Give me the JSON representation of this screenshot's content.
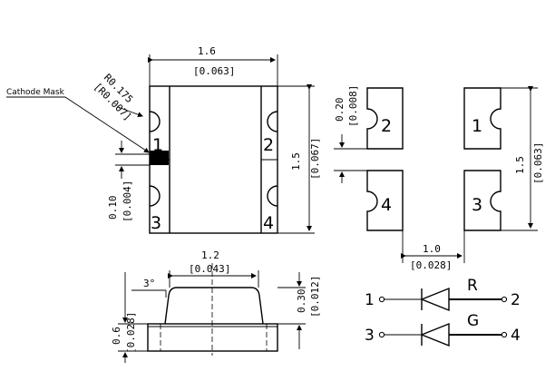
{
  "top_view": {
    "cathode_mask_label": "Cathode Mask",
    "width_dim": {
      "mm": "1.6",
      "inch": "[0.063]"
    },
    "radius_dim": {
      "mm": "R0.175",
      "inch": "[R0.007]"
    },
    "height_dim": {
      "mm": "1.5",
      "inch": "[0.067]"
    },
    "pad_gap_dim": {
      "mm": "0.10",
      "inch": "[0.004]"
    },
    "pins": [
      "1",
      "2",
      "3",
      "4"
    ]
  },
  "pad_view": {
    "pad_height_dim": {
      "mm": "0.20",
      "inch": "[0.008]"
    },
    "height_dim": {
      "mm": "1.5",
      "inch": "[0.063]"
    },
    "spacing_dim": {
      "mm": "1.0",
      "inch": "[0.028]"
    },
    "pins": [
      "2",
      "1",
      "4",
      "3"
    ]
  },
  "side_view": {
    "angle_label": "3°",
    "dome_width_dim": {
      "mm": "1.2",
      "inch": "[0.043]"
    },
    "dome_height_dim": {
      "mm": "0.30",
      "inch": "[0.012]"
    },
    "total_height_dim": {
      "mm": "0.6",
      "inch": "[0.028]"
    }
  },
  "schematic": {
    "top": {
      "left_pin": "1",
      "right_pin": "2",
      "label": "R"
    },
    "bottom": {
      "left_pin": "3",
      "right_pin": "4",
      "label": "G"
    }
  }
}
